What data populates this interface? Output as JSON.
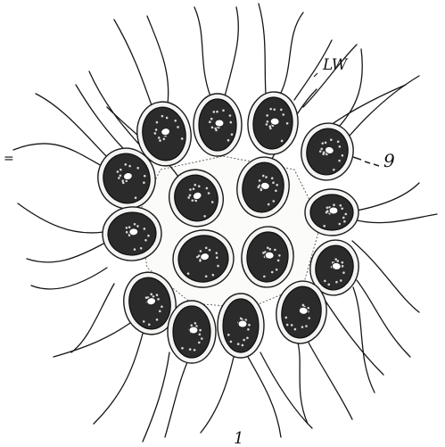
{
  "labels": {
    "lw": "LW",
    "g": "9",
    "figure_number": "1",
    "edge_mark": "="
  },
  "colors": {
    "ink": "#161616",
    "paper": "#ffffff"
  }
}
